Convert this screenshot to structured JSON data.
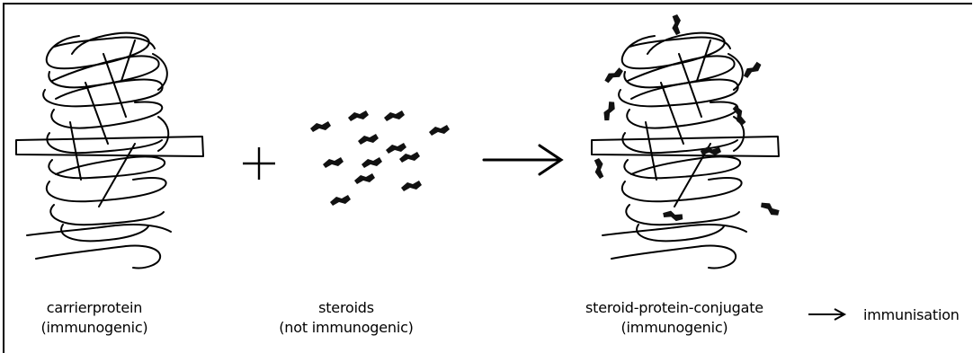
{
  "labels": {
    "carrier": {
      "line1": "carrierprotein",
      "line2": "(immunogenic)"
    },
    "steroids": {
      "line1": "steroids",
      "line2": "(not immunogenic)"
    },
    "conjugate": {
      "line1": "steroid-protein-conjugate",
      "line2": "(immunogenic)"
    },
    "result": "immunisation"
  },
  "symbols": {
    "plus": "plus-sign",
    "arrow": "right-arrow"
  },
  "colors": {
    "ink": "#000000",
    "background": "#ffffff"
  }
}
